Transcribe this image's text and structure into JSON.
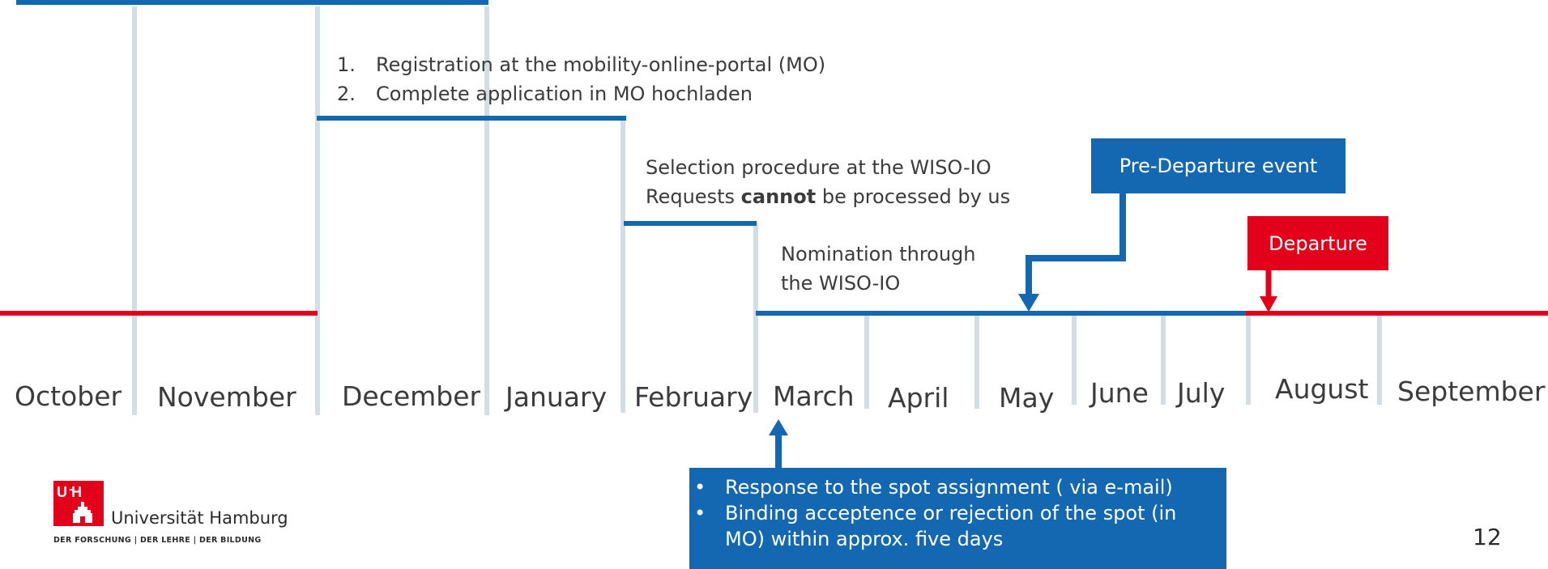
{
  "colors": {
    "blue": "#1468b2",
    "red": "#e2001a",
    "separator": "#d3dde4"
  },
  "months": [
    "October",
    "November",
    "December",
    "January",
    "February",
    "March",
    "April",
    "May",
    "June",
    "July",
    "August",
    "September"
  ],
  "steps": [
    {
      "num": "1.",
      "text": "Registration at the mobility-online-portal (MO)"
    },
    {
      "num": "2.",
      "text": "Complete application in MO hochladen"
    }
  ],
  "selection": {
    "line1": "Selection procedure at the WISO-IO",
    "line2_pre": "Requests",
    "line2_bold": "cannot",
    "line2_post": "be processed by us"
  },
  "nomination": {
    "line1": "Nomination through",
    "line2": "the WISO-IO"
  },
  "predeparture_label": "Pre-Departure event",
  "departure_label": "Departure",
  "response_bullets": [
    "Response to the spot assignment ( via e-mail)",
    "Binding acceptence or rejection of the spot (in",
    "MO) within approx. five days"
  ],
  "bullet_char": "•",
  "logo": {
    "mark": "UH",
    "name": "Universität Hamburg",
    "tagline": "DER FORSCHUNG | DER LEHRE | DER BILDUNG"
  },
  "page_number": "12"
}
